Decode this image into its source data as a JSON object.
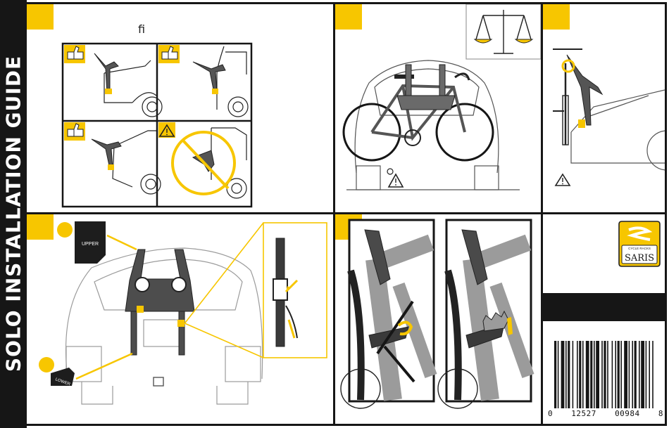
{
  "spine": {
    "title": "SOLO  INSTALLATION GUIDE"
  },
  "step1": {
    "glyph": "ﬁ"
  },
  "step3": {},
  "logo": {
    "brand": "SARIS",
    "tagline": "CYCLE RACKS"
  },
  "strap_tag": {
    "upper": "UPPER",
    "lower": "LOWER"
  },
  "barcode": {
    "digits": [
      "0",
      "12527",
      "00984",
      "8"
    ]
  },
  "colors": {
    "accent": "#f7c600",
    "ink": "#161616",
    "paper": "#ffffff",
    "frame": "#9b9b9b"
  },
  "icons": [
    "thumbs-up-icon",
    "warning-icon",
    "no-entry-icon",
    "balance-scale-icon",
    "saris-logo-icon"
  ]
}
